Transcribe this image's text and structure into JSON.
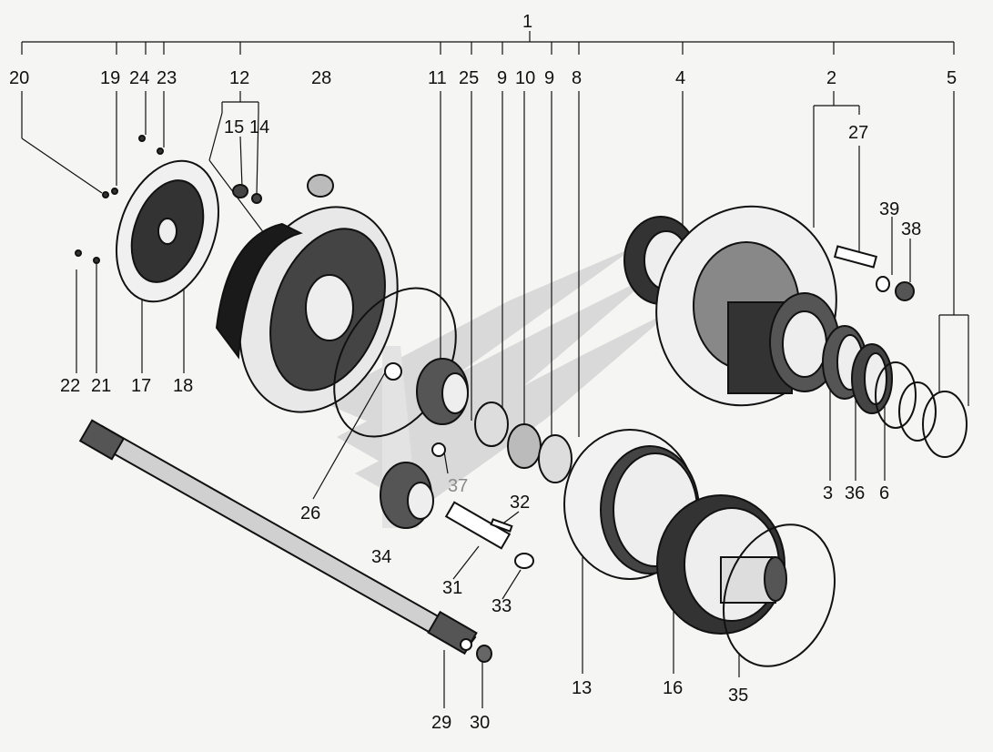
{
  "diagram": {
    "labels": {
      "l1": "1",
      "l2": "2",
      "l3": "3",
      "l4": "4",
      "l5": "5",
      "l6": "6",
      "l8": "8",
      "l9a": "9",
      "l9b": "9",
      "l10": "10",
      "l11": "11",
      "l12": "12",
      "l13": "13",
      "l14": "14",
      "l15": "15",
      "l16": "16",
      "l17": "17",
      "l18": "18",
      "l19": "19",
      "l20": "20",
      "l21": "21",
      "l22": "22",
      "l23": "23",
      "l24": "24",
      "l25": "25",
      "l26": "26",
      "l27": "27",
      "l28": "28",
      "l29": "29",
      "l30": "30",
      "l31": "31",
      "l32": "32",
      "l33": "33",
      "l34": "34",
      "l35": "35",
      "l36": "36",
      "l37": "37",
      "l38": "38",
      "l39": "39"
    },
    "colors": {
      "ink": "#111111",
      "paper": "#f5f5f3",
      "watermark": "#d8d8d8"
    }
  }
}
